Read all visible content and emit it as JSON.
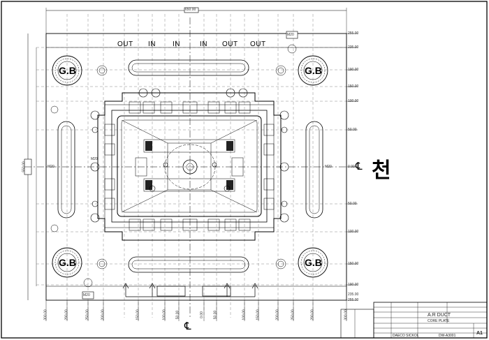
{
  "drawing": {
    "top_dim": "650.00",
    "side_dim": "550.00",
    "flow_labels": [
      "OUT",
      "IN",
      "IN",
      "IN",
      "OUT",
      "OUT"
    ],
    "guide_bush": "G.B",
    "tap_labels": [
      "M20",
      "M20",
      "M20",
      "M20",
      "M20"
    ],
    "centerline": "℄",
    "korean_mark": "천",
    "right_dims": [
      "255.00",
      "235.00",
      "190.00",
      "150.00",
      "100.00",
      "50.00",
      "0.00",
      "50.00",
      "100.00",
      "150.00",
      "190.00",
      "235.00",
      "255.00"
    ],
    "bottom_dims": [
      "300.00",
      "290.00",
      "250.00",
      "200.00",
      "150.00",
      "100.00",
      "50.00",
      "0.00",
      "50.00",
      "100.00",
      "150.00",
      "200.00",
      "250.00",
      "290.00",
      "300.00"
    ]
  },
  "title_block": {
    "project": "A.R DUCT",
    "part": "CORE PLATE",
    "company": "DAECO SICKOL",
    "sheet": "A1",
    "drawing_no": "DW-A3001"
  }
}
